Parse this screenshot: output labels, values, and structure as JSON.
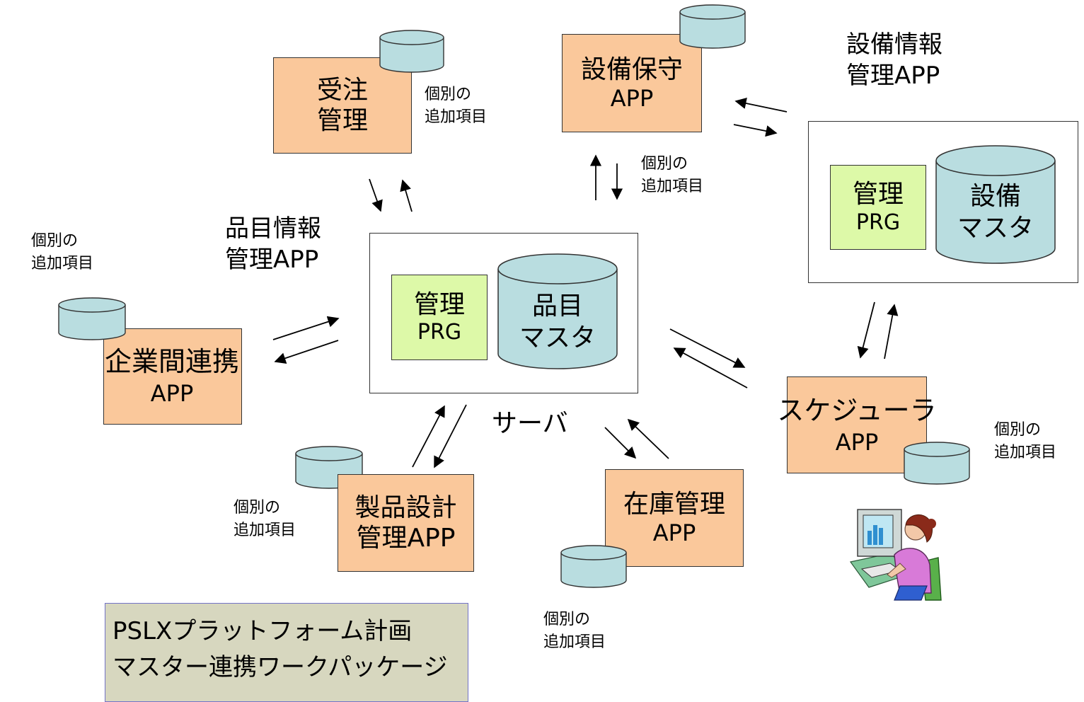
{
  "server": {
    "caption_line1": "品目情報",
    "caption_line2": "管理APP",
    "prg_line1": "管理",
    "prg_line2": "PRG",
    "master_line1": "品目",
    "master_line2": "マスタ",
    "label": "サーバ"
  },
  "equipment_info": {
    "caption_line1": "設備情報",
    "caption_line2": "管理APP",
    "prg_line1": "管理",
    "prg_line2": "PRG",
    "master_line1": "設備",
    "master_line2": "マスタ"
  },
  "apps": {
    "order": {
      "line1": "受注",
      "line2": "管理"
    },
    "equipment": {
      "line1": "設備保守",
      "line2": "APP"
    },
    "b2b": {
      "line1": "企業間連携",
      "line2": "APP"
    },
    "design": {
      "line1": "製品設計",
      "line2": "管理APP"
    },
    "inventory": {
      "line1": "在庫管理",
      "line2": "APP"
    },
    "scheduler": {
      "line1": "スケジューラ",
      "line2": "APP"
    }
  },
  "notes": {
    "line1": "個別の",
    "line2": "追加項目"
  },
  "legend": {
    "line1": "PSLXプラットフォーム計画",
    "line2": "マスター連携ワークパッケージ"
  },
  "colors": {
    "app_fill": "#fac89b",
    "prg_fill": "#ddf9a8",
    "db_fill": "#b9dde0",
    "legend_fill": "#d7d7bf",
    "legend_border": "#7373c8"
  }
}
